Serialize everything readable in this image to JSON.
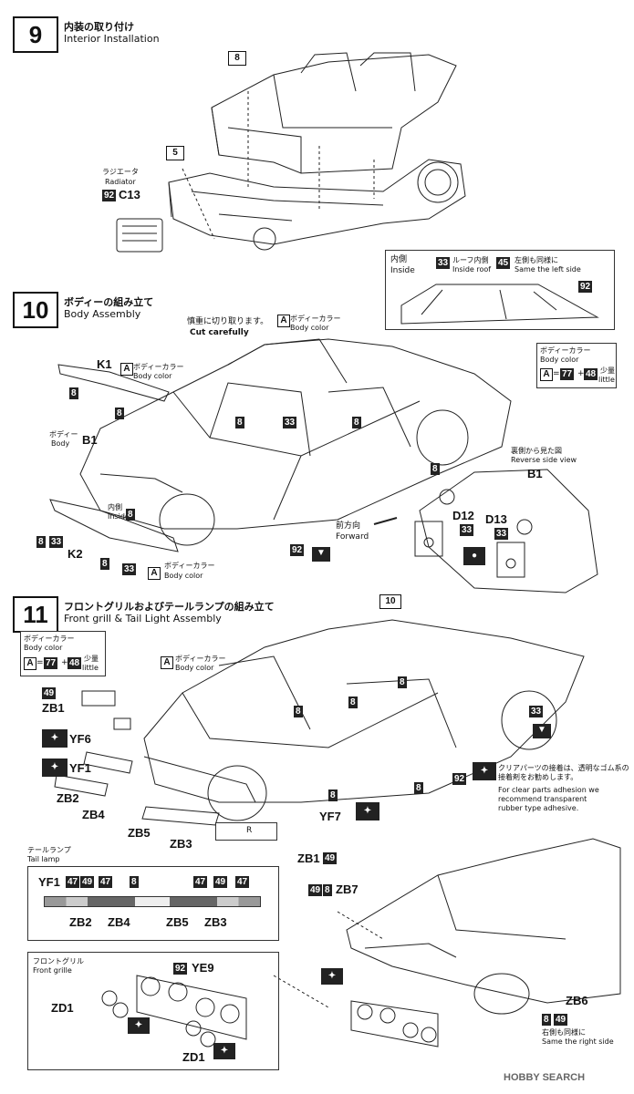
{
  "colors": {
    "ink": "#111111",
    "panel_fill": "#eeeeee",
    "dark_label": "#222222"
  },
  "step9": {
    "number": "9",
    "title_jp": "内装の取り付け",
    "title_en": "Interior Installation",
    "callout_8": "8",
    "callout_5": "5",
    "radiator_jp": "ラジエータ",
    "radiator_en": "Radiator",
    "radiator_color": "92",
    "radiator_part": "C13"
  },
  "step10": {
    "number": "10",
    "title_jp": "ボディーの組み立て",
    "title_en": "Body Assembly",
    "inside_panel": {
      "label_jp": "内側",
      "label_en": "Inside",
      "c33": "33",
      "roof_jp": "ルーフ内側",
      "roof_en": "Inside roof",
      "c45": "45",
      "left_jp": "左側も同様に",
      "left_en": "Same the left side",
      "c92": "92"
    },
    "cut_jp": "慎重に切り取ります。",
    "cut_en": "Cut carefully",
    "body_color_jp": "ボディーカラー",
    "body_color_en": "Body color",
    "box_a": "A",
    "mix_jp": "ボディーカラー",
    "mix_en": "Body color",
    "mix_formula_a": "A",
    "mix_eq": "=",
    "mix_77": "77",
    "mix_plus": "+",
    "mix_48": "48",
    "mix_little_jp": "少量",
    "mix_little_en": "little",
    "k1": "K1",
    "k1_bc_jp": "ボディーカラー",
    "k1_bc_en": "Body color",
    "c8": "8",
    "body_jp": "ボディー",
    "body_en": "Body",
    "b1": "B1",
    "c33": "33",
    "inside_jp": "内側",
    "inside_en": "Inside",
    "k2": "K2",
    "k2_bc_jp": "ボディーカラー",
    "k2_bc_en": "Body color",
    "c92": "92",
    "forward_jp": "前方向",
    "forward_en": "Forward",
    "reverse_jp": "裏側から見た図",
    "reverse_en": "Reverse side view",
    "reverse_b1": "B1",
    "d12": "D12",
    "d13": "D13"
  },
  "step11": {
    "number": "11",
    "title_jp": "フロントグリルおよびテールランプの組み立て",
    "title_en": "Front grill & Tail Light Assembly",
    "mix_jp": "ボディーカラー",
    "mix_en": "Body color",
    "mix_a": "A",
    "mix_77": "77",
    "mix_48": "48",
    "mix_little_jp": "少量",
    "mix_little_en": "little",
    "callout_10": "10",
    "body_color_jp": "ボディーカラー",
    "body_color_en": "Body color",
    "c49": "49",
    "zb1": "ZB1",
    "yf6": "YF6",
    "yf1": "YF1",
    "zb2": "ZB2",
    "zb4": "ZB4",
    "zb5": "ZB5",
    "zb3": "ZB3",
    "yf7": "YF7",
    "zb1b": "ZB1",
    "c8": "8",
    "c33": "33",
    "c92": "92",
    "r_label": "R",
    "clear_jp": "クリアパーツの接着は、透明なゴム系の接着剤をお勧めします。",
    "clear_en": "For clear parts adhesion we recommend transparent rubber type adhesive.",
    "tail": {
      "title_jp": "テールランプ",
      "title_en": "Tail lamp",
      "top": [
        "YF1",
        "47",
        "49",
        "47",
        "8",
        "47",
        "49",
        "47"
      ],
      "bottom": [
        "ZB2",
        "ZB4",
        "ZB5",
        "ZB3"
      ]
    },
    "grille": {
      "title_jp": "フロントグリル",
      "title_en": "Front grille",
      "c92": "92",
      "ye9": "YE9",
      "zd1": "ZD1",
      "zd1b": "ZD1"
    },
    "zb7": "ZB7",
    "zb7_c49": "49",
    "zb7_c8": "8",
    "zb6": "ZB6",
    "zb6_c8": "8",
    "zb6_c49": "49",
    "right_jp": "右側も同様に",
    "right_en": "Same the right side"
  },
  "watermark": "HOBBY SEARCH"
}
